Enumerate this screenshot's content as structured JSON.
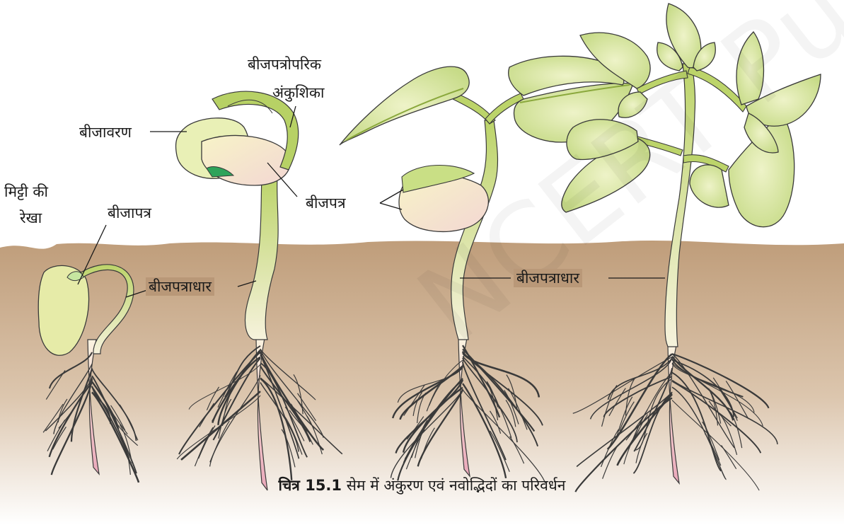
{
  "colors": {
    "soil_top": "#c4a382",
    "soil_bottom": "#ffffff",
    "leaf": "#e2ecb0",
    "leaf_dark": "#8fb84a",
    "stem": "#c6db7a",
    "root": "#fbf1dc",
    "root_tip": "#e9a6b8",
    "cotyledon": "#f3ecd2",
    "outline": "#3a3a3a"
  },
  "labels": {
    "soil_line_1": "मिट्टी की",
    "soil_line_2": "रेखा",
    "cotyledon_stage1": "बीजापत्र",
    "hypocotyl_stage1": "बीजपत्राधार",
    "seed_coat": "बीजावरण",
    "epicotyl_hook_1": "बीजपत्रोपरिक",
    "epicotyl_hook_2": "अंकुशिका",
    "cotyledon_stage2": "बीजपत्र",
    "hypocotyl_stage3": "बीजपत्राधार"
  },
  "caption": {
    "prefix": "चित्र 15.1",
    "text": "सेम में अंकुरण एवं नवोद्भिदों का परिवर्धन"
  },
  "watermark": "NCERT Published"
}
